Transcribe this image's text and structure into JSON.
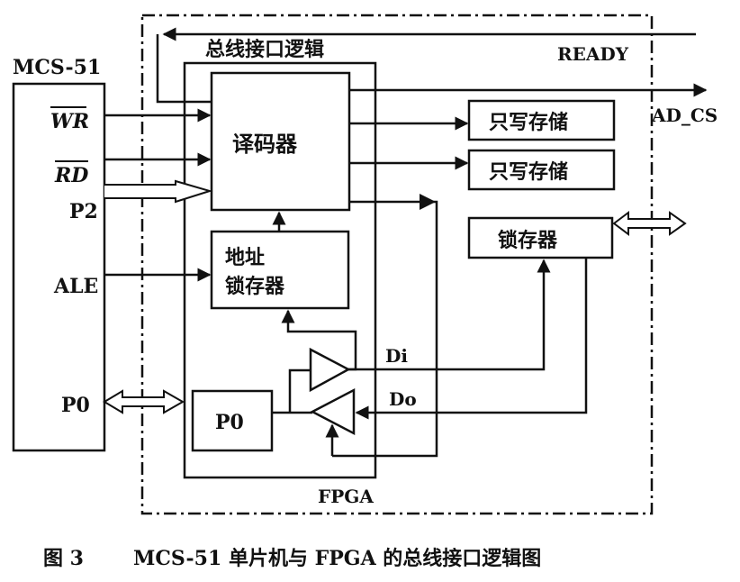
{
  "diagram": {
    "mcu": {
      "title": "MCS-51",
      "pins": {
        "wr": "WR",
        "rd": "RD",
        "p2": "P2",
        "ale": "ALE",
        "p0": "P0"
      }
    },
    "bus_logic_title": "总线接口逻辑",
    "fpga_label": "FPGA",
    "decoder": "译码器",
    "address_latch_line1": "地址",
    "address_latch_line2": "锁存器",
    "p0_block": "P0",
    "write_only_mem_1": "只写存储",
    "write_only_mem_2": "只写存储",
    "latch": "锁存器",
    "signals": {
      "ready": "READY",
      "ad_cs": "AD_CS",
      "di": "Di",
      "do": "Do"
    }
  },
  "caption": {
    "fig": "图 3",
    "text": "MCS-51 单片机与 FPGA 的总线接口逻辑图"
  }
}
